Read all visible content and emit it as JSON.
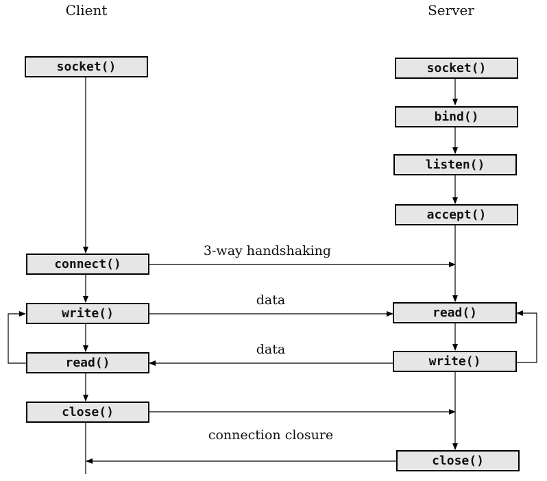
{
  "headers": {
    "client": "Client",
    "server": "Server"
  },
  "client": {
    "socket": "socket()",
    "connect": "connect()",
    "write": "write()",
    "read": "read()",
    "close": "close()"
  },
  "server": {
    "socket": "socket()",
    "bind": "bind()",
    "listen": "listen()",
    "accept": "accept()",
    "read": "read()",
    "write": "write()",
    "close": "close()"
  },
  "messages": {
    "handshake": "3-way handshaking",
    "data_to_server": "data",
    "data_to_client": "data",
    "closure": "connection closure"
  },
  "colors": {
    "box_fill": "#e6e6e6",
    "stroke": "#000000"
  }
}
